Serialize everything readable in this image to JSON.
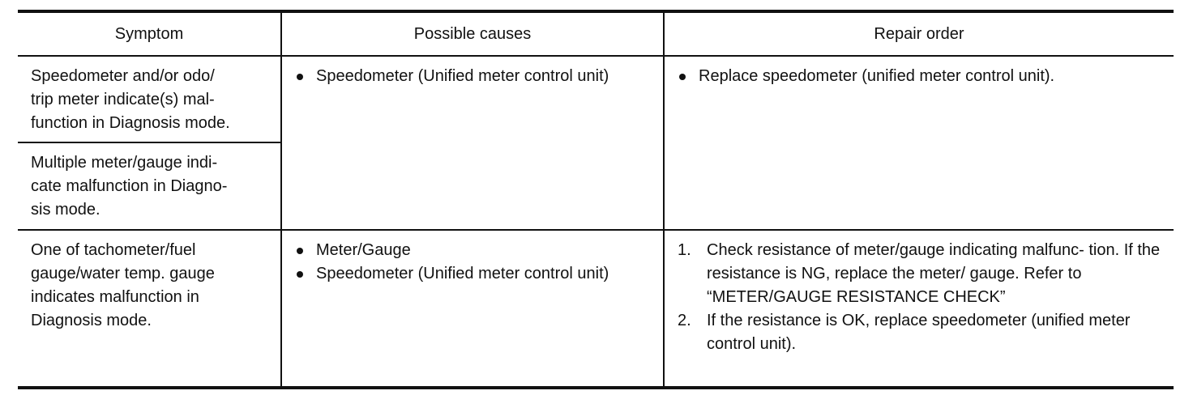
{
  "table": {
    "headers": {
      "symptom": "Symptom",
      "causes": "Possible causes",
      "repair": "Repair order"
    },
    "rows": [
      {
        "symptom": "Speedometer and/or odo/ trip meter indicate(s) mal- function in Diagnosis mode.",
        "symptom_lines": [
          "Speedometer and/or odo/",
          "trip meter indicate(s) mal-",
          "function in Diagnosis mode."
        ],
        "causes": [
          "Speedometer (Unified meter control unit)"
        ],
        "repair": [
          "Replace speedometer (unified meter control unit)."
        ]
      },
      {
        "symptom": "Multiple meter/gauge indi- cate malfunction in Diagno- sis mode.",
        "symptom_lines": [
          "Multiple meter/gauge indi-",
          "cate malfunction in Diagno-",
          "sis mode."
        ]
      },
      {
        "symptom": "One of tachometer/fuel gauge/water temp. gauge indicates malfunction in Diagnosis mode.",
        "symptom_lines": [
          "One of tachometer/fuel",
          "gauge/water temp. gauge",
          "indicates malfunction in",
          "Diagnosis mode."
        ],
        "causes": [
          "Meter/Gauge",
          "Speedometer (Unified meter control unit)"
        ],
        "repair_steps": [
          {
            "num": "1.",
            "text": "Check resistance of meter/gauge indicating malfunc- tion. If the resistance is NG, replace the meter/ gauge. Refer to “METER/GAUGE RESISTANCE CHECK”"
          },
          {
            "num": "2.",
            "text": "If the resistance is OK, replace speedometer (unified meter control unit)."
          }
        ]
      }
    ]
  }
}
